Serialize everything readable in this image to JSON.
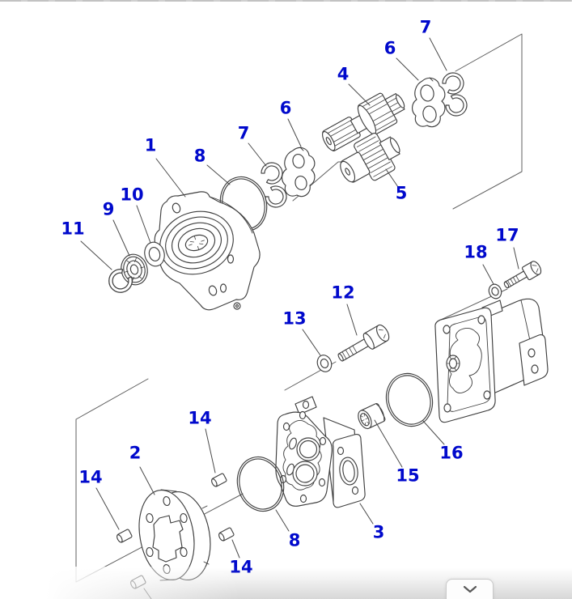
{
  "page": {
    "background_color": "#ffffff",
    "top_border_color": "#c8c8c8"
  },
  "diagram": {
    "kind": "exploded-parts-diagram",
    "line_color": "#3f3f3f",
    "frame_line_color": "#5f5f5f",
    "callout_color": "#0009cc",
    "callouts": [
      {
        "text": "1"
      },
      {
        "text": "8"
      },
      {
        "text": "7"
      },
      {
        "text": "10"
      },
      {
        "text": "9"
      },
      {
        "text": "11"
      },
      {
        "text": "6"
      },
      {
        "text": "4"
      },
      {
        "text": "6"
      },
      {
        "text": "7"
      },
      {
        "text": "5"
      },
      {
        "text": "17"
      },
      {
        "text": "18"
      },
      {
        "text": "12"
      },
      {
        "text": "13"
      },
      {
        "text": "16"
      },
      {
        "text": "15"
      },
      {
        "text": "3"
      },
      {
        "text": "2"
      },
      {
        "text": "14"
      },
      {
        "text": "14"
      },
      {
        "text": "8"
      },
      {
        "text": "14"
      }
    ]
  },
  "controls": {
    "scroll_down_icon": "chevron-down"
  }
}
